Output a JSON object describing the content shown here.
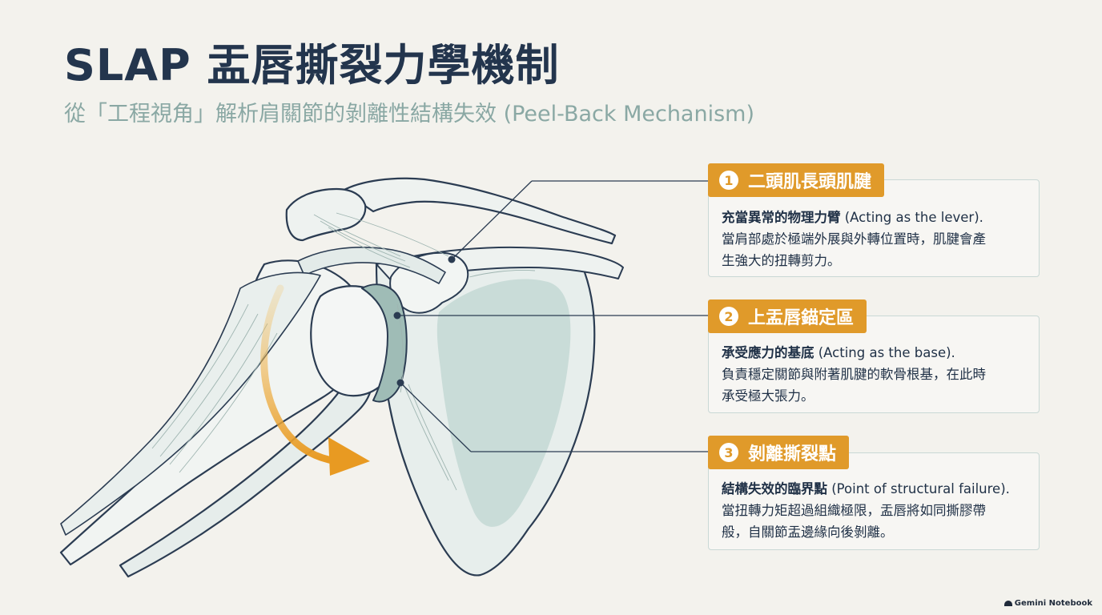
{
  "title": "SLAP 盂唇撕裂力學機制",
  "subtitle": "從「工程視角」解析肩關節的剝離性結構失效 (Peel-Back Mechanism)",
  "callouts": [
    {
      "number": "1",
      "tag": "二頭肌長頭肌腱",
      "heading": "充當異常的物理力臂",
      "heading_en": " (Acting as the lever).",
      "lines": [
        "當肩部處於極端外展與外轉位置時，肌腱會產",
        "生強大的扭轉剪力。"
      ]
    },
    {
      "number": "2",
      "tag": "上盂唇錨定區",
      "heading": "承受應力的基底",
      "heading_en": " (Acting as the base).",
      "lines": [
        "負責穩定關節與附著肌腱的軟骨根基，在此時",
        "承受極大張力。"
      ]
    },
    {
      "number": "3",
      "tag": "剝離撕裂點",
      "heading": "結構失效的臨界點",
      "heading_en": " (Point of structural failure).",
      "lines": [
        "當扭轉力矩超過組織極限，盂唇將如同撕膠帶",
        "般，自關節盂邊緣向後剝離。"
      ]
    }
  ],
  "brand": "Gemini Notebook",
  "colors": {
    "accent": "#e09a2a",
    "title": "#23354d",
    "subtitle": "#8aa8a4",
    "bone_fill": "#eaf0ee",
    "bone_shade": "#cfdfdc",
    "outline": "#2b3c52",
    "background": "#f3f2ed"
  }
}
